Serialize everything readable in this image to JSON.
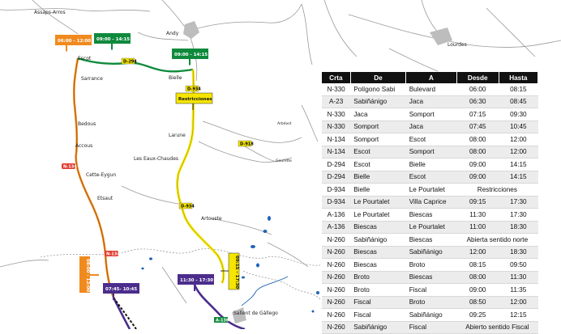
{
  "map": {
    "towns": {
      "assaps_arros": "Assaps-Arros",
      "andy": "Andy",
      "lourdes": "Lourdes",
      "escot": "Escot",
      "sarrance": "Sarrance",
      "bielle": "Bielle",
      "bedous": "Bedous",
      "accous": "Accous",
      "arbeost": "Arbéost",
      "larune": "Larune",
      "les_eaux_chaudes": "Les Eaux-Chaudes",
      "gourette": "Gourette",
      "cette_eygun": "Cette-Eygun",
      "etsaut": "Etsaut",
      "artouste": "Artouste",
      "sallent": "Sallent de Gállego"
    },
    "roads": {
      "d294": "D-294",
      "d934_top": "D-934",
      "d934_mid": "D-934",
      "d918": "D-918",
      "n134_a": "N-134",
      "n134_b": "N-134",
      "a136": "A-136"
    },
    "badges": {
      "orange_top": "06:00 - 12:00",
      "green_left": "09:00 - 14:15",
      "green_right": "09:00 - 14:15",
      "restricciones": "Restricciones",
      "yellow_vertical": "09:15 - 17:30",
      "orange_vertical": "08:00 - 12:00",
      "purple_top": "07:45- 10:45",
      "purple_bottom": "11:30 - 17:30"
    },
    "colors": {
      "orange": "#f08a1e",
      "green": "#0f8a3c",
      "yellow": "#f5e500",
      "purple": "#4b2d8c",
      "red": "#e03a2f",
      "lake": "#1f63b8"
    }
  },
  "table": {
    "headers": [
      "Crta",
      "De",
      "A",
      "Desde",
      "Hasta"
    ],
    "rows": [
      {
        "crta": "N-330",
        "de": "Polígono Sabi",
        "a": "Bulevard",
        "desde": "06:00",
        "hasta": "08:15"
      },
      {
        "crta": "A-23",
        "de": "Sabiñánigo",
        "a": "Jaca",
        "desde": "06:30",
        "hasta": "08:45"
      },
      {
        "crta": "N-330",
        "de": "Jaca",
        "a": "Somport",
        "desde": "07:15",
        "hasta": "09:30"
      },
      {
        "crta": "N-330",
        "de": "Somport",
        "a": "Jaca",
        "desde": "07:45",
        "hasta": "10:45"
      },
      {
        "crta": "N-134",
        "de": "Somport",
        "a": "Escot",
        "desde": "08:00",
        "hasta": "12:00"
      },
      {
        "crta": "N-134",
        "de": "Escot",
        "a": "Somport",
        "desde": "08:00",
        "hasta": "12:00"
      },
      {
        "crta": "D-294",
        "de": "Escot",
        "a": "Bielle",
        "desde": "09:00",
        "hasta": "14:15"
      },
      {
        "crta": "D-294",
        "de": "Bielle",
        "a": "Escot",
        "desde": "09:00",
        "hasta": "14:15"
      },
      {
        "crta": "D-934",
        "de": "Bielle",
        "a": "Le Pourtalet",
        "span": "Restricciones"
      },
      {
        "crta": "D-934",
        "de": "Le Pourtalet",
        "a": "Villa Caprice",
        "desde": "09:15",
        "hasta": "17:30"
      },
      {
        "crta": "A-136",
        "de": "Le Pourtalet",
        "a": "Biescas",
        "desde": "11:30",
        "hasta": "17:30"
      },
      {
        "crta": "A-136",
        "de": "Biescas",
        "a": "Le Pourtalet",
        "desde": "11:00",
        "hasta": "18:30"
      },
      {
        "crta": "N-260",
        "de": "Sabiñánigo",
        "a": "Biescas",
        "span": "Abierta sentido norte"
      },
      {
        "crta": "N-260",
        "de": "Biescas",
        "a": "Sabiñánigo",
        "desde": "12:00",
        "hasta": "18:30"
      },
      {
        "crta": "N-260",
        "de": "Biescas",
        "a": "Broto",
        "desde": "08:15",
        "hasta": "09:50"
      },
      {
        "crta": "N-260",
        "de": "Broto",
        "a": "Biescas",
        "desde": "08:00",
        "hasta": "11:30"
      },
      {
        "crta": "N-260",
        "de": "Broto",
        "a": "Fiscal",
        "desde": "09:00",
        "hasta": "11:35"
      },
      {
        "crta": "N-260",
        "de": "Fiscal",
        "a": "Broto",
        "desde": "08:50",
        "hasta": "12:00"
      },
      {
        "crta": "N-260",
        "de": "Fiscal",
        "a": "Sabiñánigo",
        "desde": "09:25",
        "hasta": "12:15"
      },
      {
        "crta": "N-260",
        "de": "Sabiñánigo",
        "a": "Fiscal",
        "span": "Abierto sentido Fiscal"
      }
    ]
  }
}
